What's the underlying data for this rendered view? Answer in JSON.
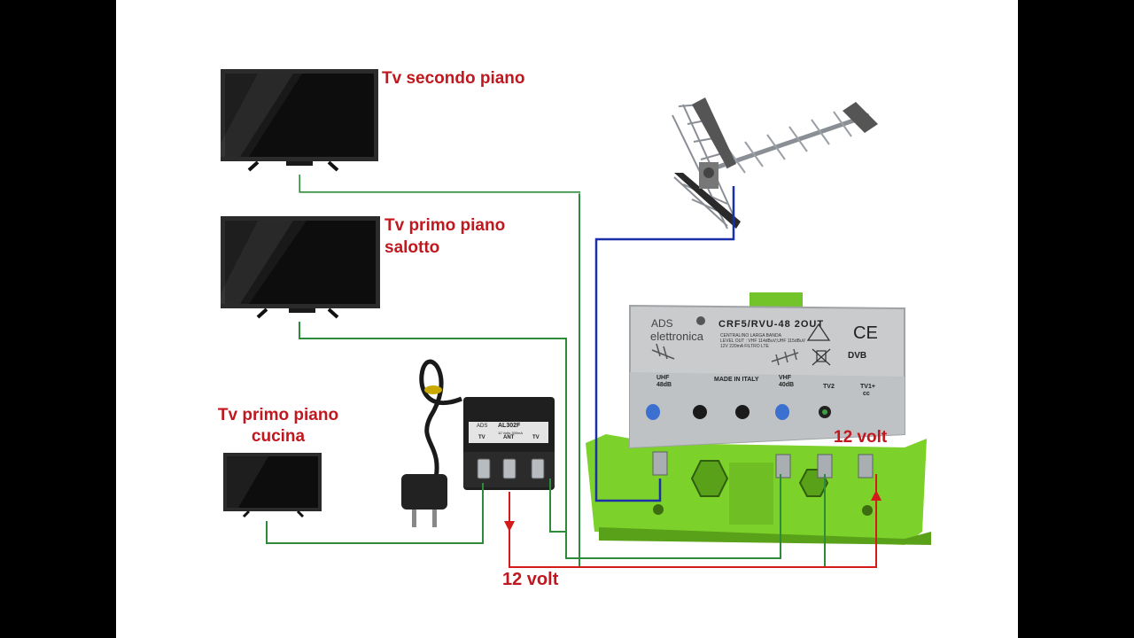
{
  "labels": {
    "tv_top": "Tv secondo piano",
    "tv_middle_line1": "Tv primo piano",
    "tv_middle_line2": "salotto",
    "tv_bottom_line1": "Tv primo piano",
    "tv_bottom_line2": "cucina",
    "volt_right": "12 volt",
    "volt_bottom": "12 volt"
  },
  "amplifier": {
    "brand_line1": "ADS",
    "brand_line2": "elettronica",
    "model": "CRF5/RVU-48 2OUT",
    "desc_line1": "CENTRALINO LARGA BANDA",
    "desc_line2": "LEVEL OUT : VHF 114dBuV;UHF 115dBuV",
    "desc_line3": "12V 220mA  FILTRO LTE",
    "ce": "CE",
    "uhf": "UHF",
    "uhf_gain": "48dB",
    "made": "MADE IN ITALY",
    "vhf": "VHF",
    "vhf_gain": "40dB",
    "tv2": "TV2",
    "tv1_line1": "TV1+",
    "tv1_line2": "cc",
    "dvb": "DVB"
  },
  "power_supply": {
    "brand": "ADS",
    "model": "AL302F",
    "spec": "12 Volts 300mA",
    "port_tv_left": "TV",
    "port_ant": "ANT",
    "port_tv_right": "TV"
  },
  "colors": {
    "label_red": "#c0181e",
    "cable_green": "#2e8b3a",
    "cable_blue": "#1b2fa8",
    "power_red": "#d41a1a",
    "housing_green": "#7cd12a"
  }
}
